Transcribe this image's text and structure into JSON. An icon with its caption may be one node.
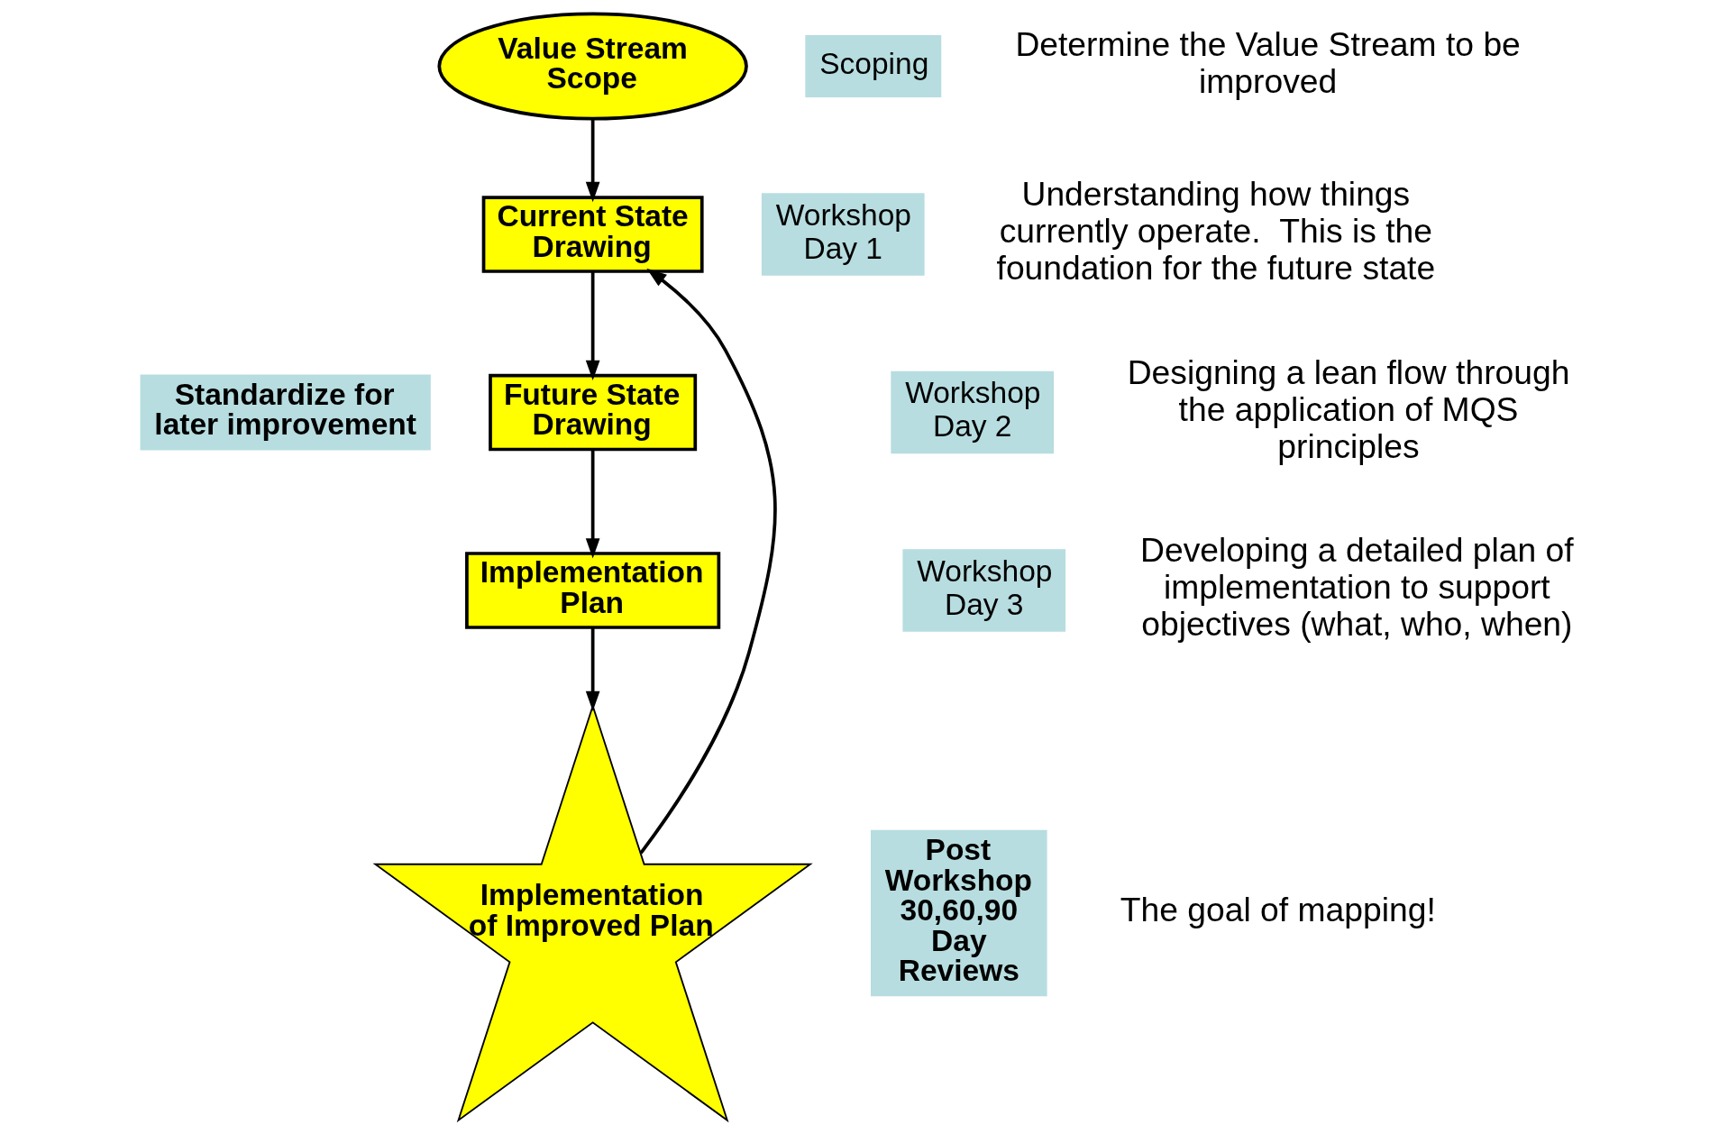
{
  "diagram": {
    "nodes": [
      {
        "text": [
          "Value Stream Scope"
        ]
      },
      {
        "text": [
          "Scoping"
        ]
      },
      {
        "text": [
          "Current State Drawing"
        ]
      },
      {
        "text": [
          "Workshop Day 1"
        ]
      },
      {
        "text": [
          "Future State Drawing"
        ]
      },
      {
        "text": [
          "Workshop Day 2"
        ]
      },
      {
        "text": [
          "Implementation Plan"
        ]
      },
      {
        "text": [
          "Workshop Day 3"
        ]
      },
      {
        "text": [
          "Implementation of Improved Plan"
        ]
      },
      {
        "text": [
          "Post Workshop 30,60,90 Day Reviews"
        ]
      },
      {
        "text": [
          "Standardize for later improvement"
        ]
      }
    ],
    "edges": [
      {
        "from": 0,
        "to": 2,
        "arrow": "to"
      },
      {
        "from": 2,
        "to": 4,
        "arrow": "to"
      },
      {
        "from": 4,
        "to": 6,
        "arrow": "to"
      },
      {
        "from": 6,
        "to": 8,
        "arrow": "to"
      },
      {
        "from": 8,
        "to": 2,
        "arrow": "to"
      }
    ],
    "labels": [
      "Determine the Value Stream to be improved",
      "Understanding how things currently operate.  This is the foundation for the future state",
      "Designing a lean flow through the application of MQS principles",
      "Developing a detailed plan of implementation to support objectives (what, who, when)",
      "The goal of mapping!"
    ]
  }
}
